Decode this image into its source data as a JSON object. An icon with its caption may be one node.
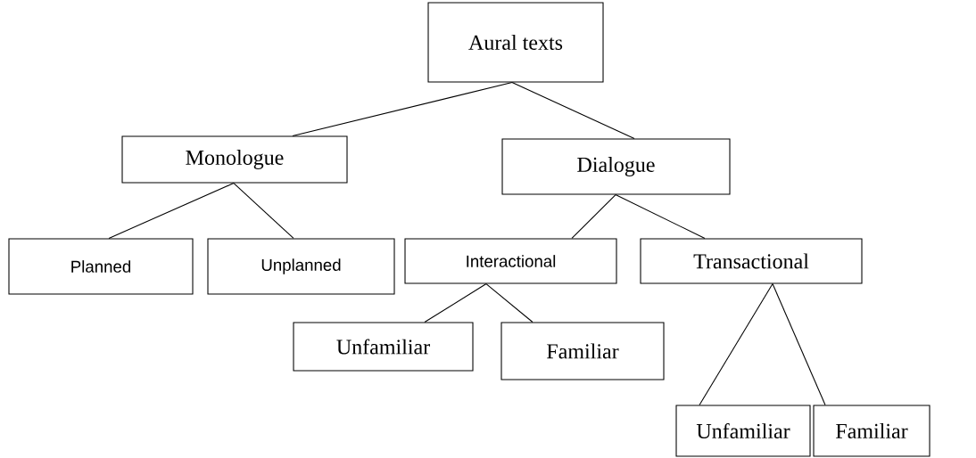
{
  "diagram": {
    "nodes": [
      {
        "text": [
          "Aural texts"
        ]
      },
      {
        "text": [
          "Monologue"
        ]
      },
      {
        "text": [
          "Dialogue"
        ]
      },
      {
        "text": [
          "Planned"
        ]
      },
      {
        "text": [
          "Unplanned"
        ]
      },
      {
        "text": [
          "Interactional"
        ]
      },
      {
        "text": [
          "Transactional"
        ]
      },
      {
        "text": [
          "Unfamiliar"
        ]
      },
      {
        "text": [
          "Familiar"
        ]
      },
      {
        "text": [
          "Unfamiliar"
        ]
      },
      {
        "text": [
          "Familiar"
        ]
      }
    ],
    "edges": [
      {
        "from": 0,
        "to": 1,
        "arrow": "none"
      },
      {
        "from": 0,
        "to": 2,
        "arrow": "none"
      },
      {
        "from": 1,
        "to": 3,
        "arrow": "none"
      },
      {
        "from": 1,
        "to": 4,
        "arrow": "none"
      },
      {
        "from": 2,
        "to": 5,
        "arrow": "none"
      },
      {
        "from": 2,
        "to": 6,
        "arrow": "none"
      },
      {
        "from": 5,
        "to": 7,
        "arrow": "none"
      },
      {
        "from": 5,
        "to": 8,
        "arrow": "none"
      },
      {
        "from": 6,
        "to": 9,
        "arrow": "none"
      },
      {
        "from": 6,
        "to": 10,
        "arrow": "none"
      }
    ]
  }
}
